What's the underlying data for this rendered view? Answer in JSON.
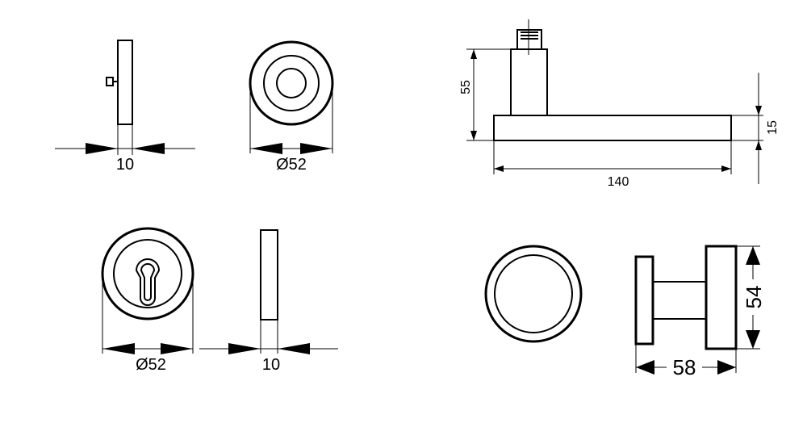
{
  "dimensions": {
    "rose_top_thickness": "10",
    "rose_top_diameter": "Ø52",
    "lever_height": "55",
    "lever_grip_thickness": "15",
    "lever_length": "140",
    "escutcheon_diameter": "Ø52",
    "escutcheon_thickness": "10",
    "knob_diameter": "54",
    "knob_depth": "58"
  }
}
